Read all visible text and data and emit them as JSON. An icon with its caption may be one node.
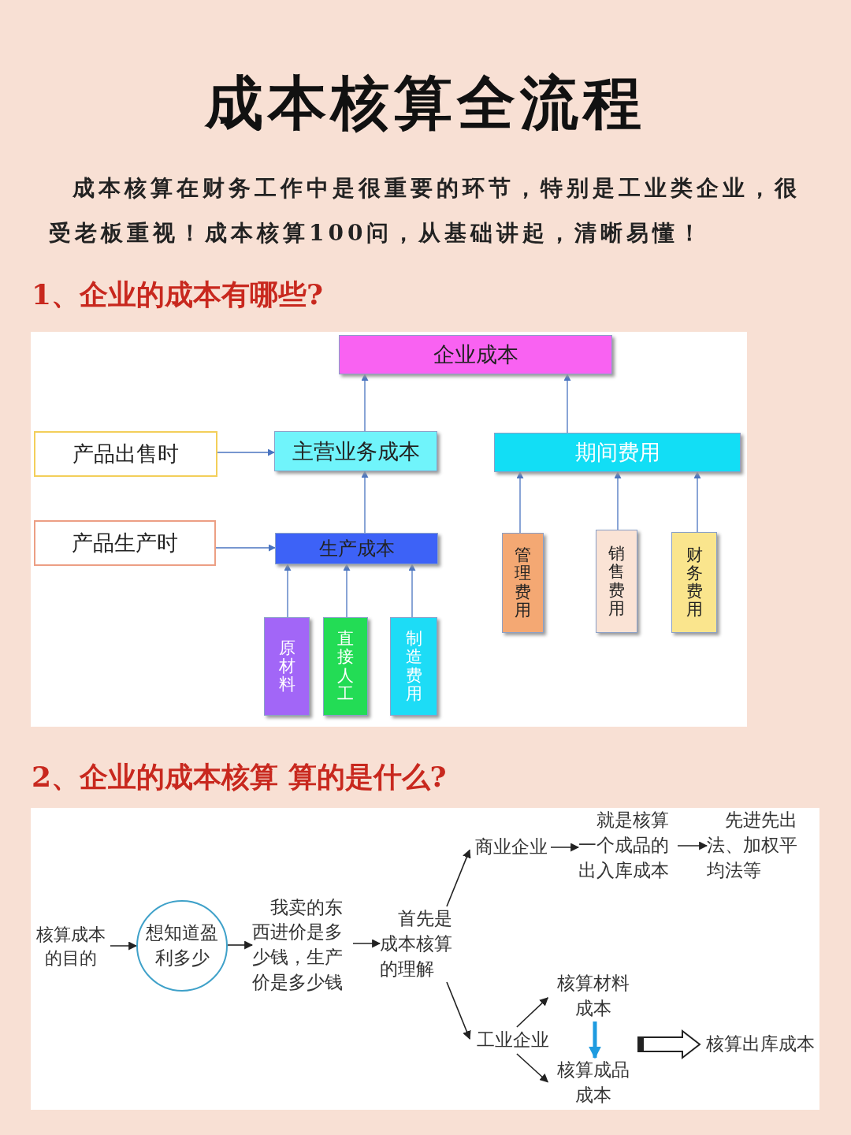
{
  "diagram": {
    "title": "成本核算全流程",
    "nodes": [
      {
        "text": [
          "企业成本"
        ]
      },
      {
        "text": [
          "产品出售时"
        ]
      },
      {
        "text": [
          "主营业务成本"
        ]
      },
      {
        "text": [
          "期间费用"
        ]
      },
      {
        "text": [
          "产品生产时"
        ]
      },
      {
        "text": [
          "生产成本"
        ]
      },
      {
        "text": [
          "管理费用"
        ]
      },
      {
        "text": [
          "销售费用"
        ]
      },
      {
        "text": [
          "财务费用"
        ]
      },
      {
        "text": [
          "原材料"
        ]
      },
      {
        "text": [
          "直接人工"
        ]
      },
      {
        "text": [
          "制造费用"
        ]
      },
      {
        "text": [
          "核算成本的目的"
        ]
      },
      {
        "text": [
          "想知道盈利多少"
        ]
      },
      {
        "text": [
          "我卖的东西进价是多少钱，生产价是多少钱"
        ]
      },
      {
        "text": [
          "首先是成本核算的理解"
        ]
      },
      {
        "text": [
          "商业企业"
        ]
      },
      {
        "text": [
          "就是核算一个成品的出入库成本"
        ]
      },
      {
        "text": [
          "先进先出法、加权平均法等"
        ]
      },
      {
        "text": [
          "工业企业"
        ]
      },
      {
        "text": [
          "核算材料成本"
        ]
      },
      {
        "text": [
          "核算成品成本"
        ]
      },
      {
        "text": [
          "核算出库成本"
        ]
      }
    ],
    "edges": [
      {
        "from": 2,
        "to": 0,
        "arrow": "to"
      },
      {
        "from": 3,
        "to": 0,
        "arrow": "to"
      },
      {
        "from": 1,
        "to": 2,
        "arrow": "to"
      },
      {
        "from": 5,
        "to": 2,
        "arrow": "to"
      },
      {
        "from": 6,
        "to": 3,
        "arrow": "to"
      },
      {
        "from": 7,
        "to": 3,
        "arrow": "to"
      },
      {
        "from": 8,
        "to": 3,
        "arrow": "to"
      },
      {
        "from": 4,
        "to": 5,
        "arrow": "to"
      },
      {
        "from": 9,
        "to": 5,
        "arrow": "to"
      },
      {
        "from": 10,
        "to": 5,
        "arrow": "to"
      },
      {
        "from": 11,
        "to": 5,
        "arrow": "to"
      },
      {
        "from": 12,
        "to": 13,
        "arrow": "to",
        "color": "#222222"
      },
      {
        "from": 13,
        "to": 14,
        "arrow": "to",
        "color": "#222222"
      },
      {
        "from": 14,
        "to": 15,
        "arrow": "to",
        "color": "#222222"
      },
      {
        "from": 15,
        "to": 16,
        "arrow": "to",
        "color": "#222222"
      },
      {
        "from": 15,
        "to": 19,
        "arrow": "to",
        "color": "#222222"
      },
      {
        "from": 16,
        "to": 17,
        "arrow": "to",
        "color": "#222222"
      },
      {
        "from": 17,
        "to": 18,
        "arrow": "to",
        "color": "#222222"
      },
      {
        "from": 19,
        "to": 20,
        "arrow": "to",
        "color": "#222222"
      },
      {
        "from": 19,
        "to": 21,
        "arrow": "to",
        "color": "#222222"
      },
      {
        "from": 20,
        "to": 21,
        "arrow": "to",
        "style": "thick",
        "color": "#1e9be0"
      },
      {
        "from": null,
        "to": 22,
        "arrow": "to",
        "style": "thick",
        "color": "#222222"
      }
    ],
    "labels": [
      "成本核算在财务工作中是很重要的环节，特别是工业类企业，很受老板重视！成本核算100问，从基础讲起，清晰易懂！",
      "1、企业的成本有哪些?",
      "2、企业的成本核算 算的是什么?"
    ]
  }
}
